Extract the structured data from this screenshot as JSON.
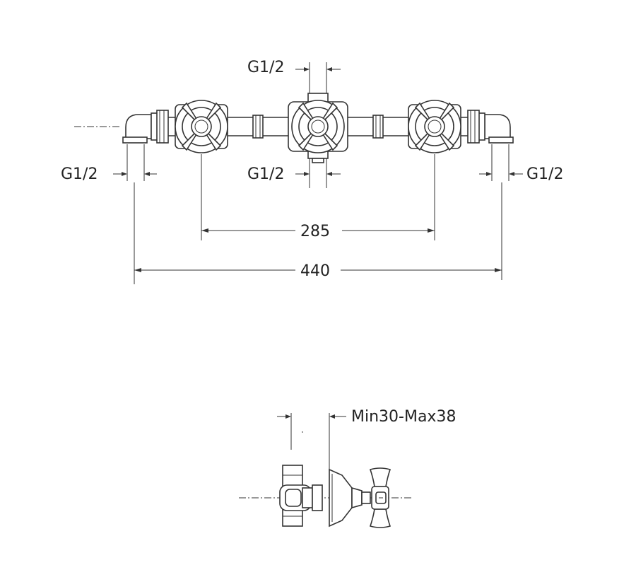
{
  "drawing": {
    "labels": {
      "g_top": "G1/2",
      "g_center_bottom": "G1/2",
      "g_left": "G1/2",
      "g_right": "G1/2",
      "dim_handles": "285",
      "dim_overall": "440",
      "depth_range": "Min30-Max38"
    },
    "colors": {
      "line": "#333333",
      "background": "#ffffff"
    }
  }
}
